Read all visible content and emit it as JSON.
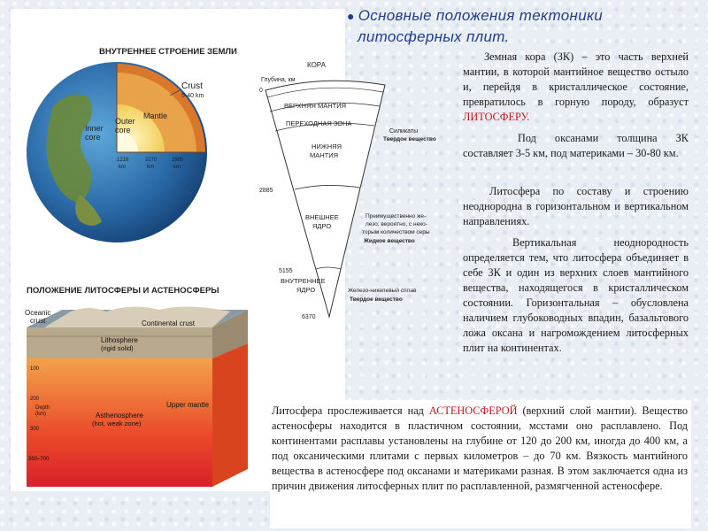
{
  "title_line1": "Основные положения тектоники",
  "title_line2": "литосферных плит.",
  "bullet": "●",
  "figure_top": {
    "caption": "ВНУТРЕННЕЕ СТРОЕНИЕ ЗЕМЛИ",
    "crust_label": "Crust",
    "crust_sub": "5-40 km",
    "mantle_label": "Mantle",
    "outer_core_label1": "Outer",
    "outer_core_label2": "core",
    "inner_core_label1": "Inner",
    "inner_core_label2": "core",
    "d1": "1216",
    "d2": "2270",
    "d3": "2885",
    "km": "km"
  },
  "figure_section": {
    "depth_label": "Глубина, км",
    "zero": "0",
    "kora": "КОРА",
    "upper_mantle": "ВЕРХНЯЯ МАНТИЯ",
    "transition_zone": "ПЕРЕХОДНАЯ ЗОНА",
    "lower_mantle_1": "НИЖНЯЯ",
    "lower_mantle_2": "МАНТИЯ",
    "silicates": "Силикаты",
    "solid": "Твердое вещество",
    "depth_2885": "2885",
    "outer_core_1": "ВНЕШНЕЕ",
    "outer_core_2": "ЯДРО",
    "outer_note_1": "Преимущественно же-",
    "outer_note_2": "лезо; вероятно, с неко-",
    "outer_note_3": "торым количеством серы",
    "liquid": "Жидкое вещество",
    "depth_5155": "5155",
    "inner_core_1": "ВНУТРЕННЕЕ",
    "inner_core_2": "ЯДРО",
    "inner_note": "Железо-никелевый сплав",
    "solid2": "Твердое вещество",
    "depth_6370": "6370"
  },
  "figure_bottom": {
    "caption": "ПОЛОЖЕНИЕ ЛИТОСФЕРЫ И АСТЕНОСФЕРЫ",
    "oceanic_crust_1": "Oceanic",
    "oceanic_crust_2": "crust",
    "continental_crust": "Continental crust",
    "lithosphere_1": "Lithosphere",
    "lithosphere_2": "(rigid solid)",
    "upper_mantle": "Upper mantle",
    "depth_1": "Depth",
    "depth_2": "(km)",
    "asthenosphere_1": "Asthenosphere",
    "asthenosphere_2": "(hot, weak zone)",
    "t100": "100",
    "t200": "200",
    "t300": "300",
    "t350": "350–700"
  },
  "p1_a": "Земная кора (ЗК) – это часть верхней мантии, в которой мантийное вещество остыло и, перейдя в кристаллическое состояние, превратилось в горную породу, образуст ",
  "p1_hl": "ЛИТОСФЕРУ.",
  "p2": "Под оксанами толщина ЗК составляет 3-5 км, под материками – 30-80 км.",
  "p3": "Литосфера по составу и строению неоднородна в горизонтальном и вертикальном направлениях.",
  "p4": "Вертикальная неоднородность определяется тем, что литосфера объединяет в себе ЗК и один из верхних слоев мантийного вещества, находящегося в кристаллическом состоянии. Горизонтальная – обусловлена наличием глубоководных впадин, базальтового ложа оксана и нагромождением литосферных плит на континентах.",
  "p5_a": "Литосфера прослеживается над ",
  "p5_hl": "АСТЕНОСФЕРОЙ",
  "p5_b": " (верхний слой мантии). Вещество астеносферы находится в пластичном состоянии, мсстами оно расплавлено. Под континентами расплавы установлены на глубине от 120 до 200 км, иногда до 400 км, а под оксаническими плитами с первых километров – до 70 км. Вязкость мантийного вещества в астеносфере под оксанами и материками разная. В этом заключается одна из причин движения литосферных плит по расплавленной, размягченной астеносфере."
}
